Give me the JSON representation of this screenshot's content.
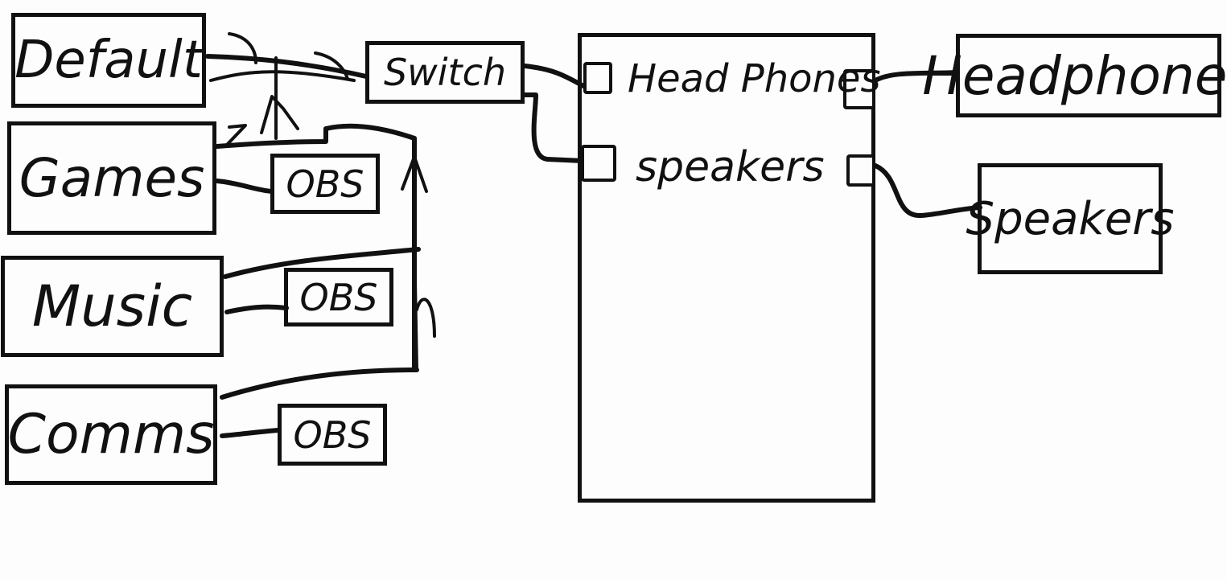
{
  "diagram": {
    "inputs": {
      "default": "Default",
      "games": "Games",
      "music": "Music",
      "comms": "Comms"
    },
    "obs": {
      "games": "OBS",
      "music": "OBS",
      "comms": "OBS"
    },
    "switch": "Switch",
    "mixer": {
      "headphones": "Head Phones",
      "speakers": "speakers"
    },
    "outputs": {
      "headphones": "Headphones",
      "speakers": "Speakers"
    },
    "colors": {
      "ink": "#111111",
      "background": "#fdfdfd"
    }
  }
}
